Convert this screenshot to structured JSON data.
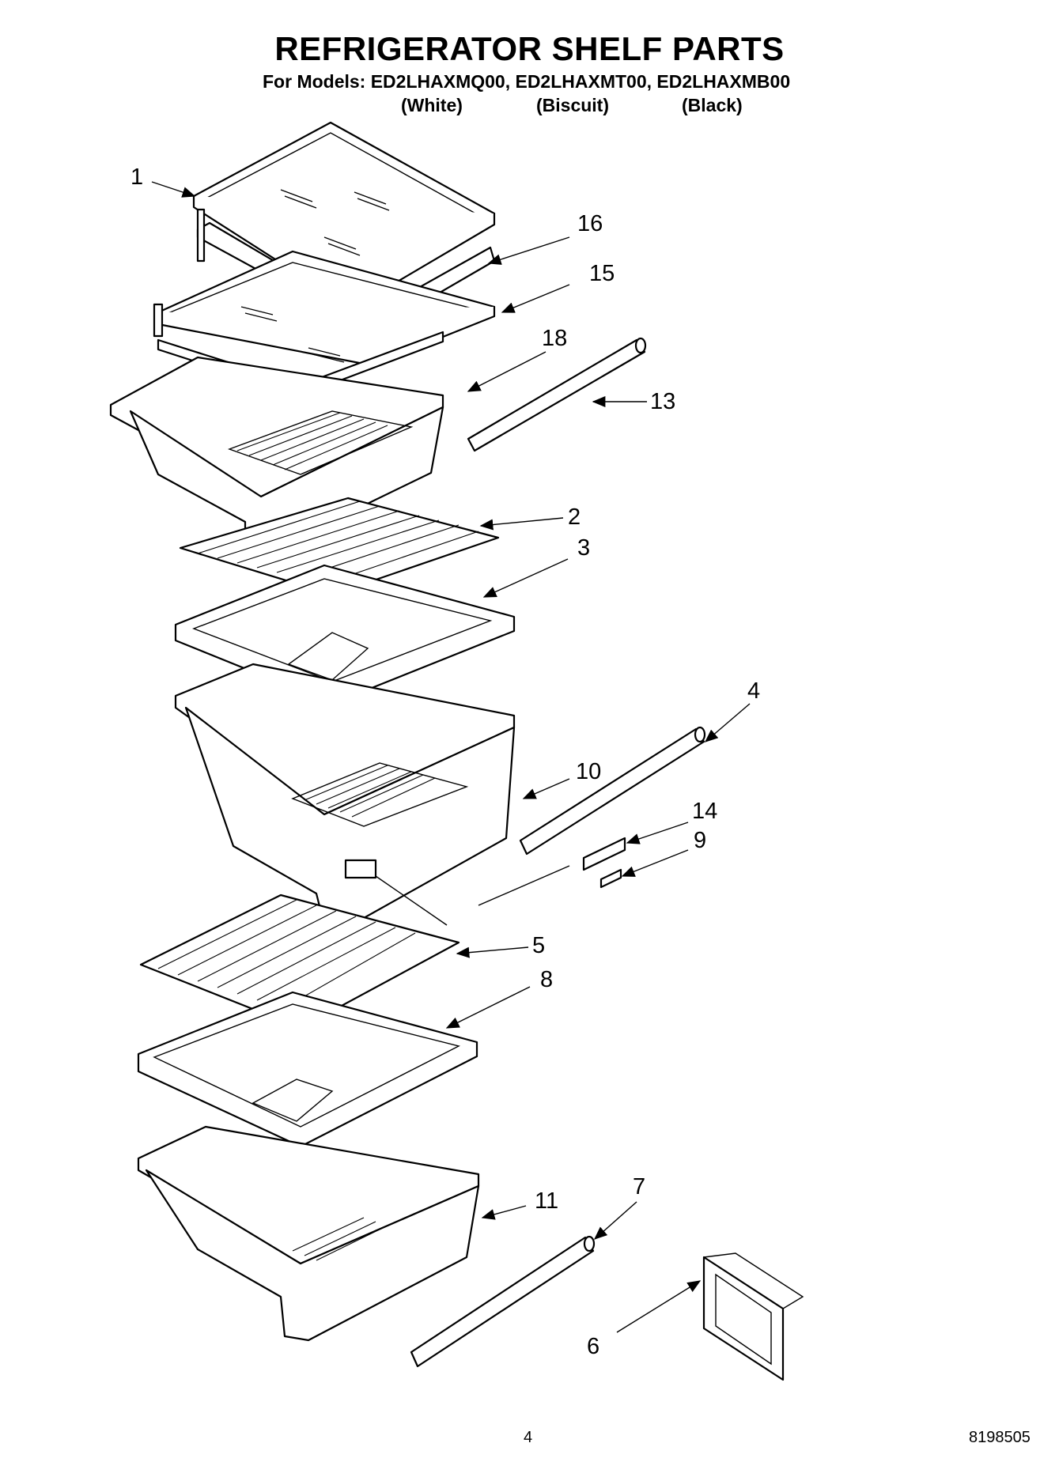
{
  "header": {
    "title": "REFRIGERATOR SHELF PARTS",
    "models": "For Models: ED2LHAXMQ00, ED2LHAXMT00, ED2LHAXMB00",
    "variants": [
      "(White)",
      "(Biscuit)",
      "(Black)"
    ]
  },
  "callouts": [
    "1",
    "16",
    "15",
    "18",
    "13",
    "2",
    "3",
    "4",
    "10",
    "14",
    "9",
    "5",
    "8",
    "11",
    "7",
    "6"
  ],
  "footer": {
    "page_number": "4",
    "doc_number": "8198505"
  }
}
